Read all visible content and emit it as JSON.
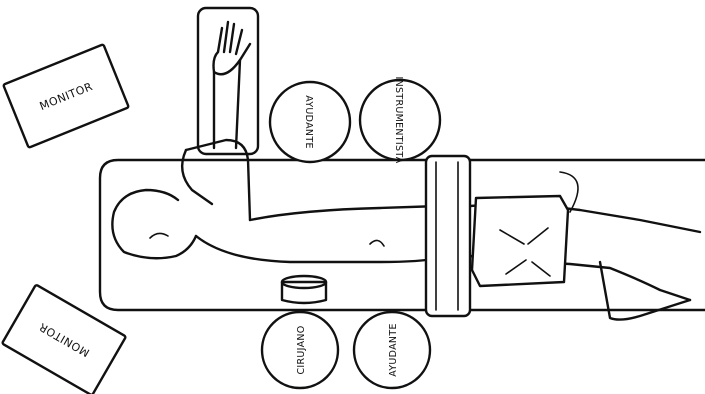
{
  "diagram": {
    "monitor_top_label": "MONITOR",
    "monitor_bottom_label": "MONITOR",
    "ayudante_top_label": "AYUDANTE",
    "instrumentista_label": "INSTRUMENTISTA",
    "cirujano_label": "CIRUJANO",
    "ayudante_bottom_label": "AYUDANTE"
  }
}
